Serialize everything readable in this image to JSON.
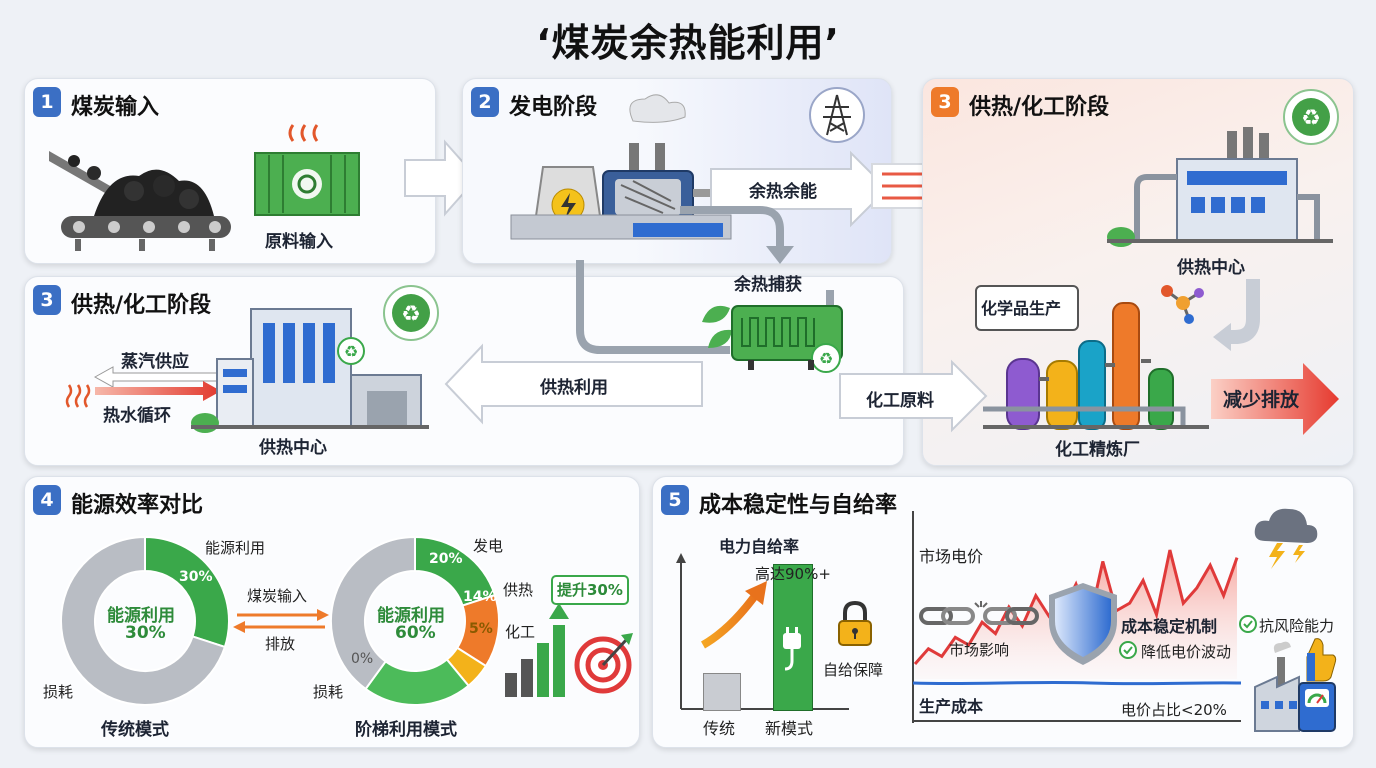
{
  "title": "‘煤炭余热能利用’",
  "colors": {
    "blue": "#3b6fc4",
    "orange": "#ee7a2a",
    "green": "#3aa84a",
    "red": "#e03a3a",
    "gray": "#b9bdc4"
  },
  "panel1": {
    "num": "1",
    "title": "煤炭输入",
    "raw_input": "原料输入"
  },
  "panel2": {
    "num": "2",
    "title": "发电阶段",
    "waste_heat_energy": "余热余能",
    "heat_capture": "余热捕获",
    "heat_supply_use": "供热利用",
    "chem_feedstock": "化工原料"
  },
  "panel3a": {
    "num": "3",
    "title": "供热/化工阶段",
    "heat_center": "供热中心",
    "chem_production": "化学品生产",
    "refinery": "化工精炼厂",
    "reduce_emission": "减少排放"
  },
  "panel3b": {
    "num": "3",
    "title": "供热/化工阶段",
    "steam_supply": "蒸汽供应",
    "hot_water": "热水循环",
    "heat_center": "供热中心"
  },
  "panel4": {
    "num": "4",
    "title": "能源效率对比",
    "traditional": {
      "center_label": "能源利用",
      "center_value": "30%",
      "util_label": "能源利用",
      "util_value": "30%",
      "loss_label": "损耗",
      "mode": "传统模式",
      "utilization": 30
    },
    "middle": {
      "coal_input": "煤炭输入",
      "emission": "排放"
    },
    "cascade": {
      "center_label": "能源利用",
      "center_value": "60%",
      "power_label": "发电",
      "power_value": "20%",
      "heat_label": "供热",
      "heat_value": "14%",
      "chem_label": "化工",
      "chem_value": "5%",
      "zero_value": "0%",
      "loss_label": "损耗",
      "mode": "阶梯利用模式",
      "power": 20,
      "heat": 14,
      "chem": 5,
      "other": 21
    },
    "boost": "提升30%"
  },
  "panel5": {
    "num": "5",
    "title": "成本稳定性与自给率",
    "self_sufficiency": "电力自给率",
    "up_to": "高达90%+",
    "traditional": "传统",
    "new_mode": "新模式",
    "guarantee": "自给保障",
    "bars": {
      "traditional": 10,
      "new_mode": 90
    },
    "market_price": "市场电价",
    "market_impact": "市场影响",
    "mechanism": "成本稳定机制",
    "reduce_fluct": "降低电价波动",
    "risk_resist": "抗风险能力",
    "production_cost": "生产成本",
    "price_ratio": "电价占比<20%",
    "price_series": [
      30,
      38,
      34,
      44,
      40,
      52,
      46,
      60,
      50,
      66,
      55,
      58,
      72,
      52,
      84,
      58,
      62,
      74,
      56,
      90,
      62,
      70,
      82,
      66,
      86
    ]
  }
}
